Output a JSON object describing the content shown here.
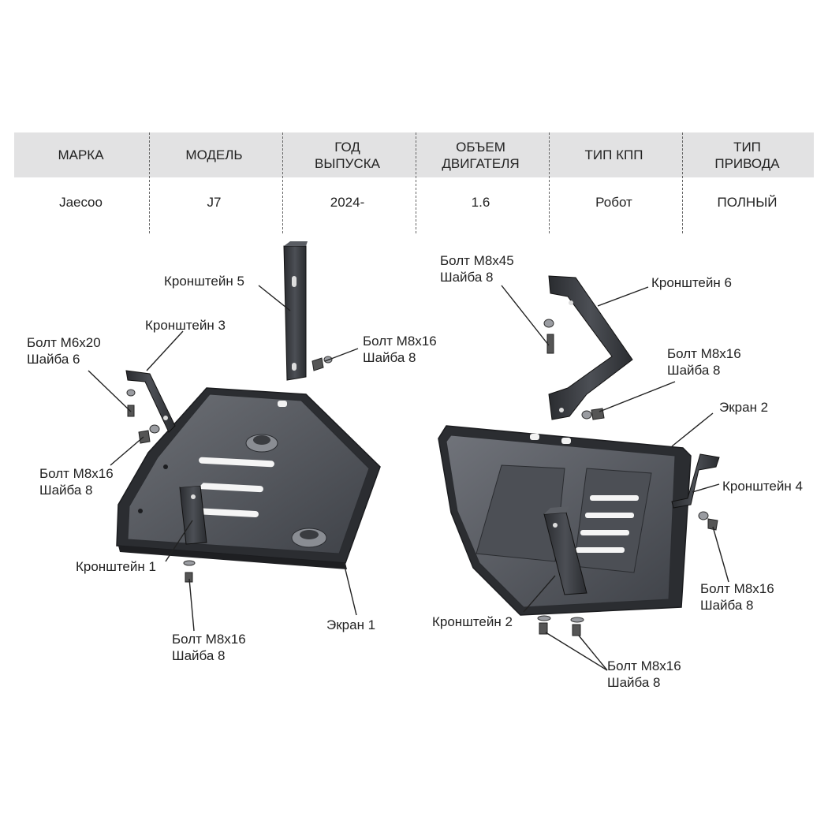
{
  "table": {
    "headers": [
      "МАРКА",
      "МОДЕЛЬ",
      "ГОД\nВЫПУСКА",
      "ОБЪЕМ\nДВИГАТЕЛЯ",
      "ТИП КПП",
      "ТИП\nПРИВОДА"
    ],
    "values": [
      "Jaecoo",
      "J7",
      "2024-",
      "1.6",
      "Робот",
      "ПОЛНЫЙ"
    ]
  },
  "callouts": {
    "bracket5": "Кронштейн 5",
    "bracket3": "Кронштейн 3",
    "bolt_m6x20": "Болт М6х20\nШайба 6",
    "bolt_m8x16_bracket5": "Болт М8х16\nШайба 8",
    "bolt_m8x16_left": "Болт М8х16\nШайба 8",
    "bracket1": "Кронштейн 1",
    "bolt_m8x16_bottom_left": "Болт М8х16\nШайба 8",
    "screen1": "Экран 1",
    "bolt_m8x45": "Болт М8х45\nШайба 8",
    "bracket6": "Кронштейн 6",
    "bolt_m8x16_bracket6": "Болт М8х16\nШайба 8",
    "screen2": "Экран 2",
    "bracket4": "Кронштейн 4",
    "bolt_m8x16_right": "Болт М8х16\nШайба 8",
    "bracket2": "Кронштейн 2",
    "bolt_m8x16_bottom_right": "Болт М8х16\nШайба 8"
  }
}
